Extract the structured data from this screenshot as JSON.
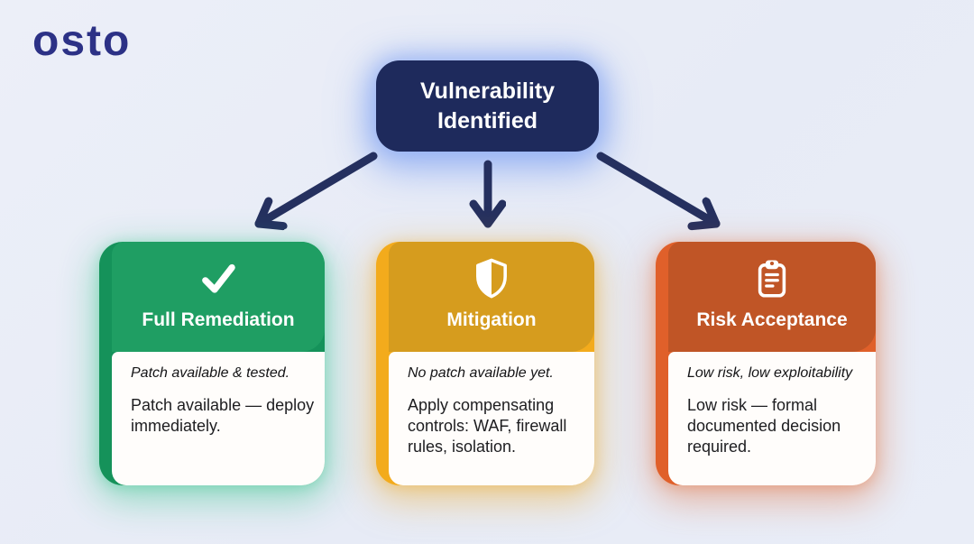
{
  "page": {
    "background_color": "#e9edf7",
    "accent_navy": "#1e2a5c"
  },
  "logo": {
    "text": "osto",
    "color": "#2c3186"
  },
  "root_node": {
    "label": "Vulnerability Identified",
    "bg_color": "#1e2a5c",
    "text_color": "#ffffff",
    "glow_color": "#84a5f3"
  },
  "connectors": [
    {
      "from": "Vulnerability Identified",
      "to": "Full Remediation",
      "direction": "down-left"
    },
    {
      "from": "Vulnerability Identified",
      "to": "Mitigation",
      "direction": "down"
    },
    {
      "from": "Vulnerability Identified",
      "to": "Risk Acceptance",
      "direction": "down-right"
    }
  ],
  "cards": [
    {
      "id": "full-remediation",
      "icon": "check-icon",
      "title": "Full Remediation",
      "subtitle": "Patch available & tested.",
      "body": "Patch available — deploy immediately.",
      "header_color": "#1f9e63",
      "accent_color": "#15925a",
      "glow_color": "#29c482"
    },
    {
      "id": "mitigation",
      "icon": "shield-icon",
      "title": "Mitigation",
      "subtitle": "No patch available yet.",
      "body": "Apply compensating controls: WAF, firewall rules, isolation.",
      "header_color": "#d69c1e",
      "accent_color": "#f3ab1c",
      "glow_color": "#f0ac28"
    },
    {
      "id": "risk-acceptance",
      "icon": "clipboard-icon",
      "title": "Risk Acceptance",
      "subtitle": "Low risk, low exploitability",
      "body": "Low risk — formal documented decision required.",
      "header_color": "#c05526",
      "accent_color": "#e0602a",
      "glow_color": "#e26930"
    }
  ]
}
